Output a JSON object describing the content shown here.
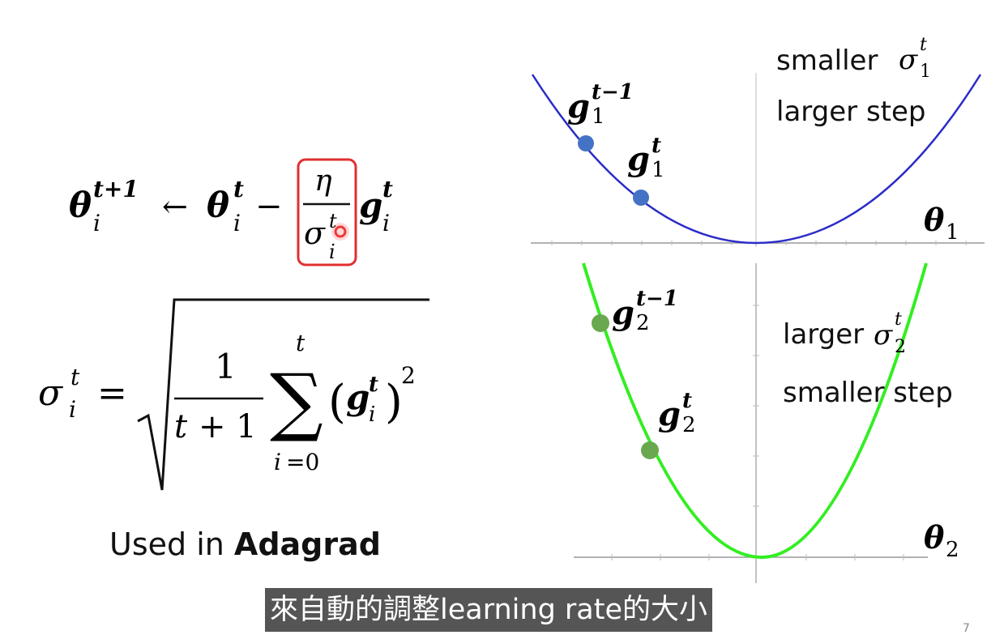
{
  "caption": {
    "prefix": "Used in ",
    "bold": "Adagrad"
  },
  "subtitle": "來自動的調整learning rate的大小",
  "page_number": "7",
  "upper_plot": {
    "line1": "smaller",
    "line2": "larger step",
    "point_far": "t−1",
    "point_near": "t",
    "axis_label_sub": "1"
  },
  "lower_plot": {
    "line1": "larger",
    "line2": "smaller step",
    "point_far": "t−1",
    "point_near": "t",
    "axis_label_sub": "2"
  },
  "colors": {
    "upper_curve": "#2b2bc8",
    "upper_points": "#4472c4",
    "lower_curve": "#33ee22",
    "lower_points": "#6aa84f",
    "highlight_box": "#e03030",
    "subtitle_bg": "#555555"
  }
}
